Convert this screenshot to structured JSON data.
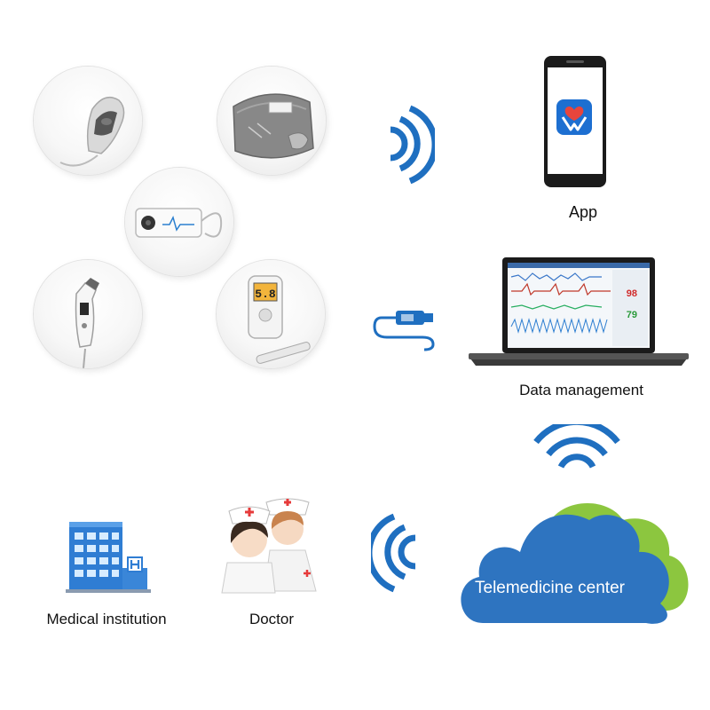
{
  "labels": {
    "app": "App",
    "data_management": "Data management",
    "telemedicine_center": "Telemedicine center",
    "medical_institution": "Medical institution",
    "doctor": "Doctor"
  },
  "devices": [
    {
      "icon": "pulse-oximeter-icon"
    },
    {
      "icon": "blood-pressure-cuff-icon"
    },
    {
      "icon": "ecg-monitor-icon"
    },
    {
      "icon": "ear-thermometer-icon"
    },
    {
      "icon": "glucose-meter-icon"
    }
  ],
  "readings": {
    "glucose_display": "5.8",
    "monitor_value_1": "98",
    "monitor_value_2": "79"
  },
  "colors": {
    "accent_blue": "#1f6fc0",
    "cloud_blue": "#2e74c0",
    "cloud_green": "#8cc63f",
    "app_icon_blue": "#1d6fd1",
    "heart_red": "#e8453c"
  }
}
